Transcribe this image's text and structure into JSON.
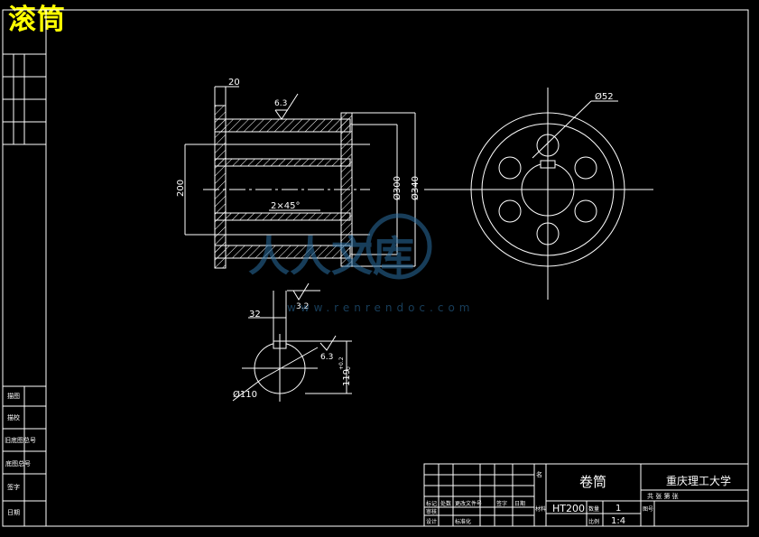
{
  "title": "滚筒",
  "dimensions": {
    "d20": "20",
    "rough63_top": "6.3",
    "d200": "200",
    "chamfer": "2×45°",
    "d300": "Ø300",
    "d340": "Ø340",
    "d52": "Ø52",
    "rough32": "3.2",
    "d32": "32",
    "rough63_hole": "6.3",
    "d119": "119",
    "d119_tol": "+0.2",
    "d119_tol0": "0",
    "d110": "Ø110"
  },
  "title_block": {
    "part_name": "卷筒",
    "school": "重庆理工大学",
    "material": "HT200",
    "quantity": "1",
    "scale": "1:4",
    "stage_row": "共  张  第  张",
    "labels": {
      "name_l": "名",
      "material_l": "材料",
      "quantity_l": "数量",
      "scale_l": "比例",
      "drawing_no_l": "图号",
      "mark": "标记",
      "count": "处数",
      "change_doc": "更改文件号",
      "signature": "签字",
      "date": "日期",
      "designer": "设计",
      "standard": "标准化",
      "review": "审核"
    }
  },
  "left_strip": {
    "labels": [
      "描图",
      "描校",
      "旧底图总号",
      "底图总号",
      "签字",
      "日期"
    ]
  },
  "watermark": {
    "brand": "人人文库",
    "url": "www.renrendoc.com"
  }
}
